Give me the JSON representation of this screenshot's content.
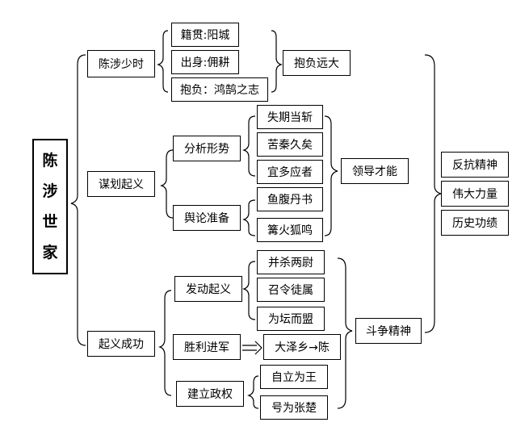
{
  "root": {
    "chars": [
      "陈",
      "涉",
      "世",
      "家"
    ]
  },
  "sections": [
    {
      "label": "陈涉少时",
      "items": [
        "籍贯:阳城",
        "出身:佣耕",
        "抱负：鸿鹄之志"
      ],
      "summary": "抱负远大"
    },
    {
      "label": "谋划起义",
      "subgroups": [
        {
          "label": "分析形势",
          "items": [
            "失期当斩",
            "苦秦久矣",
            "宜多应者"
          ]
        },
        {
          "label": "舆论准备",
          "items": [
            "鱼腹丹书",
            "篝火狐鸣"
          ]
        }
      ],
      "summary": "领导才能"
    },
    {
      "label": "起义成功",
      "subgroups": [
        {
          "label": "发动起义",
          "items": [
            "并杀两尉",
            "召令徒属",
            "为坛而盟"
          ]
        },
        {
          "label": "胜利进军",
          "items": [
            "大泽乡→陈"
          ]
        },
        {
          "label": "建立政权",
          "items": [
            "自立为王",
            "号为张楚"
          ]
        }
      ],
      "summary": "斗争精神"
    }
  ],
  "final": [
    "反抗精神",
    "伟大力量",
    "历史功绩"
  ]
}
